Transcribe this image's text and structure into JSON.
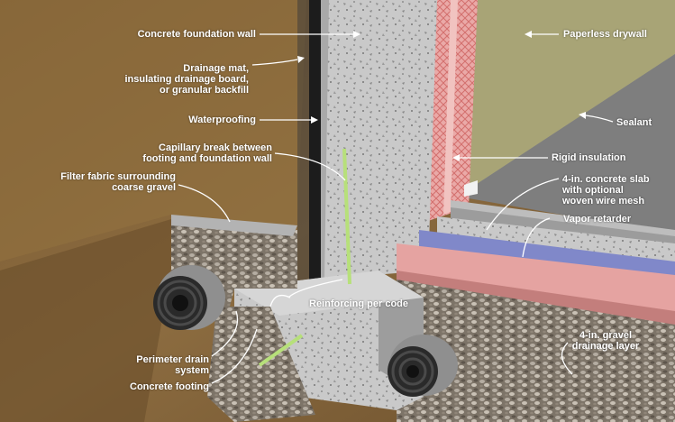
{
  "labels": {
    "concrete_foundation_wall": "Concrete foundation wall",
    "drainage_mat": [
      "Drainage mat,",
      "insulating drainage board,",
      "or granular backfill"
    ],
    "waterproofing": "Waterproofing",
    "capillary_break": [
      "Capillary break between",
      "footing and foundation wall"
    ],
    "filter_fabric": [
      "Filter fabric surrounding",
      "coarse gravel"
    ],
    "reinforcing": "Reinforcing per code",
    "perimeter_drain": [
      "Perimeter drain",
      "system"
    ],
    "concrete_footing": "Concrete footing",
    "paperless_drywall": "Paperless drywall",
    "sealant": "Sealant",
    "rigid_insulation": "Rigid insulation",
    "concrete_slab": [
      "4-in. concrete slab",
      "with optional",
      "woven wire mesh"
    ],
    "vapor_retarder": "Vapor retarder",
    "gravel_layer": [
      "4-in. gravel",
      "drainage layer"
    ]
  },
  "colors": {
    "soil": "#8a6a3e",
    "concrete": "#c8c8c8",
    "drywall": "#a8a476",
    "insulation": "#e9a6a4",
    "vapor_retarder": "#7f86c8",
    "rebar": "#b7e07a",
    "drain_pipe": "#2a2a2a"
  }
}
